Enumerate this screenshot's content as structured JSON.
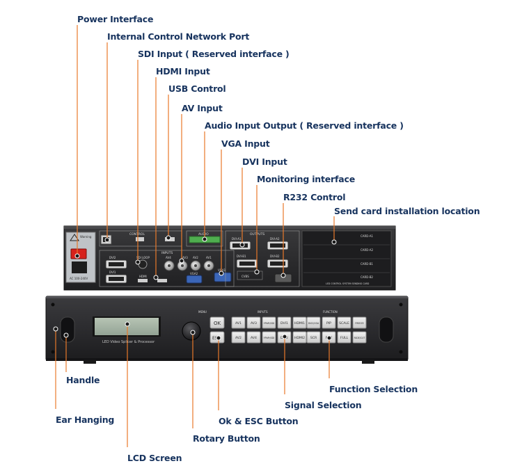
{
  "labels": {
    "power": "Power Interface",
    "network": "Internal Control Network Port",
    "sdi": "SDI Input ( Reserved interface )",
    "hdmi": "HDMI Input",
    "usb": "USB Control",
    "av": "AV Input",
    "audio": "Audio Input Output ( Reserved interface )",
    "vga": "VGA Input",
    "dvi": "DVI Input",
    "monitoring": "Monitoring interface",
    "r232": "R232 Control",
    "sendcard": "Send card installation location",
    "handle": "Handle",
    "ear": "Ear Hanging",
    "lcd": "LCD Screen",
    "rotary": "Rotary Button",
    "okesc": "Ok & ESC Button",
    "signal": "Signal Selection",
    "function": "Function Selection"
  },
  "rear_panel": {
    "warning": "Warning",
    "voltage": "AC 100-240V",
    "control": "CONTROL",
    "audio": "AUDIO",
    "outputs": "OUTPUTS",
    "inputs": "INPUTS",
    "dvi1": "DVI1",
    "dvi2": "DVI2",
    "sdi_loop": "SDI LOOP",
    "hdmi": "HDMI",
    "av": "AV1",
    "av2": "AV2",
    "av3": "AV3",
    "av4": "AV4",
    "vga1": "VGA1",
    "vga2": "VGA2",
    "dvi_a1": "DVI-A1",
    "dvi_a2": "DVI-A2",
    "dvi_b1": "DVI-B1",
    "dvi_b2": "DVI-B2",
    "cvbs": "CVBS",
    "card_a1": "CARD-A1",
    "card_a2": "CARD-A2",
    "card_b1": "CARD-B1",
    "card_b2": "CARD-B2",
    "card_slot": "LED CONTROL SYSTEM SENDING CARD"
  },
  "front_panel": {
    "lcd_caption": "LED Video Splicer & Processor",
    "menu": "MENU",
    "inputs": "INPUTS",
    "function": "FUNCTION",
    "ok": "OK",
    "esc": "ESC",
    "input_keys_top": [
      "AV1",
      "AV3",
      "YPbPr/SDI",
      "DVI1",
      "HDMI1"
    ],
    "input_keys_bottom": [
      "AV2",
      "AV4",
      "YPbPr/SDI",
      "DVI2",
      "HDMI2"
    ],
    "function_keys_top": [
      "DVI2/VGA",
      "PIP",
      "SCALE",
      "FREEZE"
    ],
    "function_keys_bottom": [
      "SCR",
      "PIP2",
      "FULL",
      "FADE/CUT"
    ]
  },
  "colors": {
    "label_text": "#17335e",
    "leader_line": "#e8792a",
    "chassis": "#2a2a2c",
    "power_switch": "#d6221c"
  }
}
